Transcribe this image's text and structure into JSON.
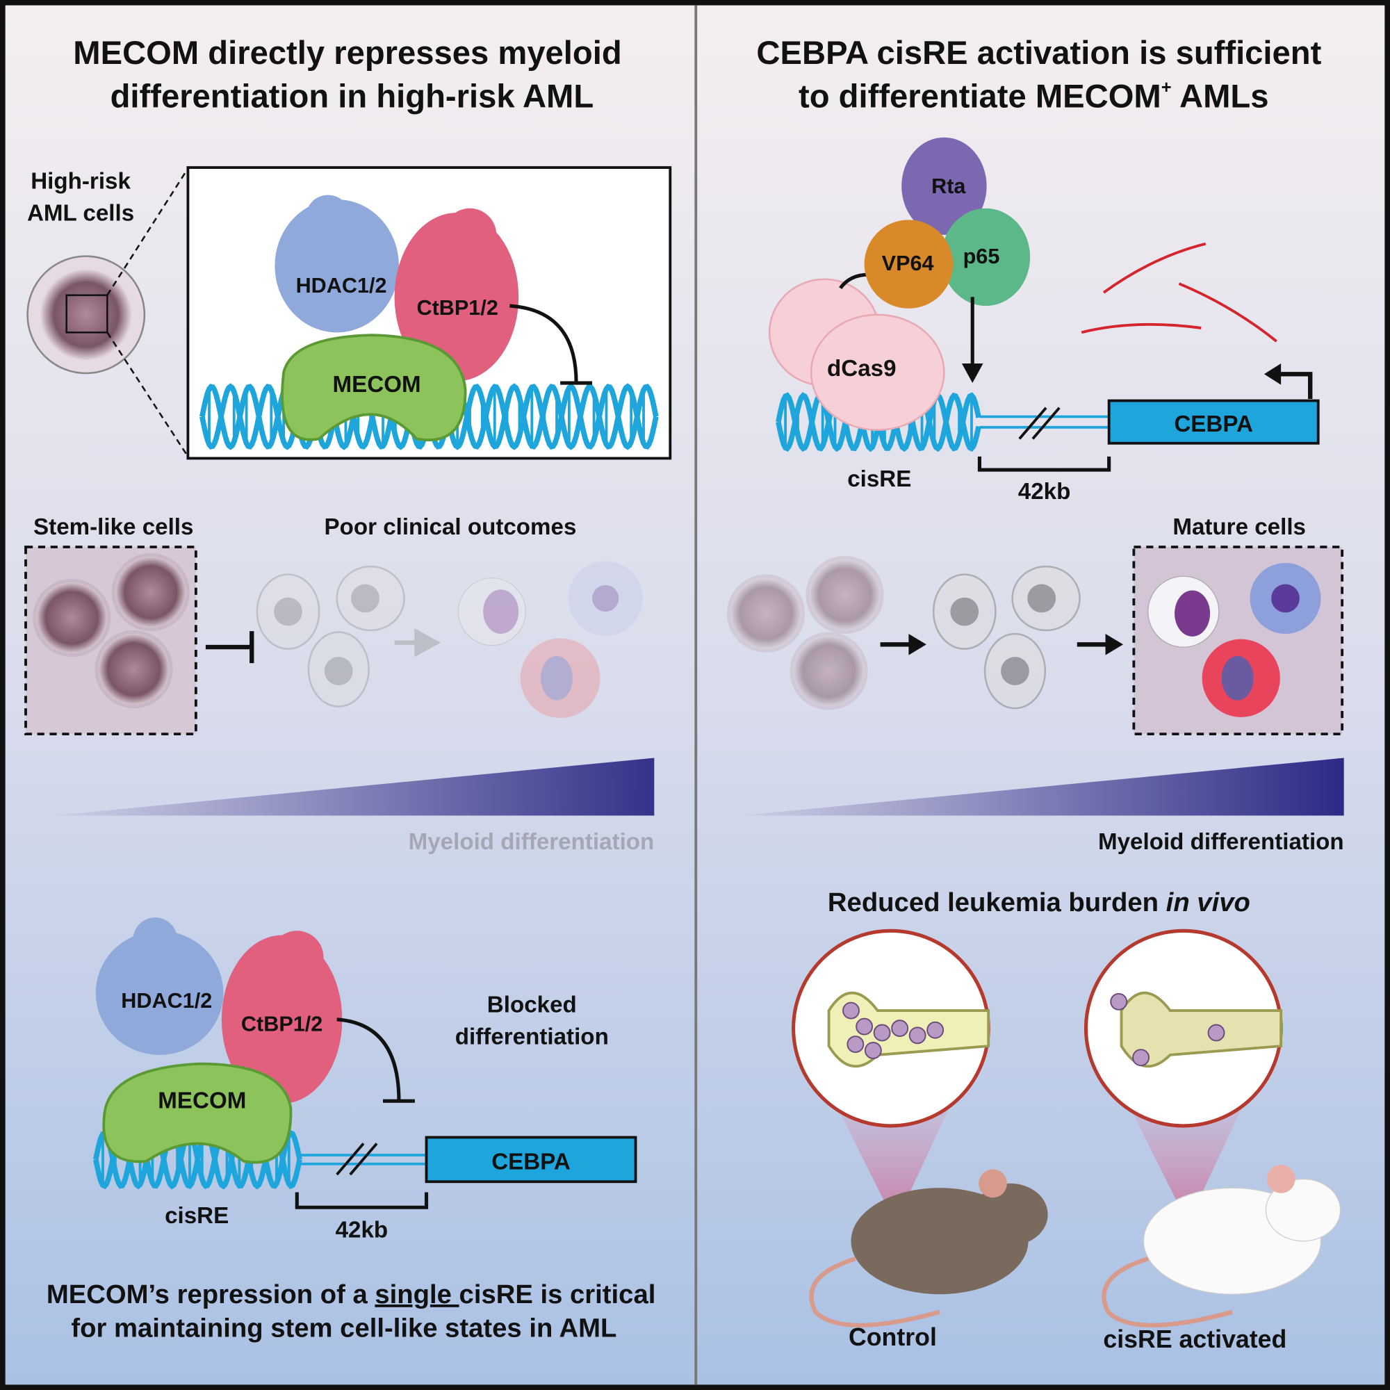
{
  "left": {
    "title": [
      "MECOM directly represses myeloid",
      "differentiation in high-risk AML"
    ],
    "aml_label": [
      "High-risk",
      "AML cells"
    ],
    "top_complex": {
      "hdac": "HDAC1/2",
      "ctbp": "CtBP1/2",
      "mecom": "MECOM"
    },
    "stem_label": "Stem-like cells",
    "outcome_label": "Poor clinical outcomes",
    "gradient_label": "Myeloid differentiation",
    "bottom_complex": {
      "hdac": "HDAC1/2",
      "ctbp": "CtBP1/2",
      "mecom": "MECOM",
      "gene": "CEBPA",
      "cisre": "cisRE",
      "distance": "42kb"
    },
    "blocked_label": [
      "Blocked",
      "differentiation"
    ],
    "conclusion": {
      "line1_pre": "MECOM’s repression of a ",
      "line1_under": "single ",
      "line1_post": "cisRE is critical",
      "line2": "for maintaining stem cell-like states in AML"
    }
  },
  "right": {
    "title": [
      "CEBPA cisRE activation is sufficient",
      "to differentiate MECOM",
      "+",
      " AMLs"
    ],
    "proteins": {
      "rta": "Rta",
      "vp64": "VP64",
      "p65": "p65",
      "dcas9": "dCas9"
    },
    "gene": "CEBPA",
    "cisre": "cisRE",
    "distance": "42kb",
    "mature_label": "Mature cells",
    "gradient_label": "Myeloid differentiation",
    "invivo": {
      "pre": "Reduced leukemia burden ",
      "italic": "in vivo"
    },
    "mice": [
      "Control",
      "cisRE activated"
    ]
  },
  "colors": {
    "dna": "#1ea6dc",
    "gene_box": "#1ea6dc",
    "hdac": "#8fa9db",
    "ctbp": "#e0607e",
    "mecom": "#8cc35a",
    "rta": "#7b68b0",
    "vp64": "#d88a2a",
    "p65": "#5cb888",
    "dcas9": "#f7cfd6",
    "gradient_dark": "#2b2a85",
    "grna": "#d4252c"
  }
}
